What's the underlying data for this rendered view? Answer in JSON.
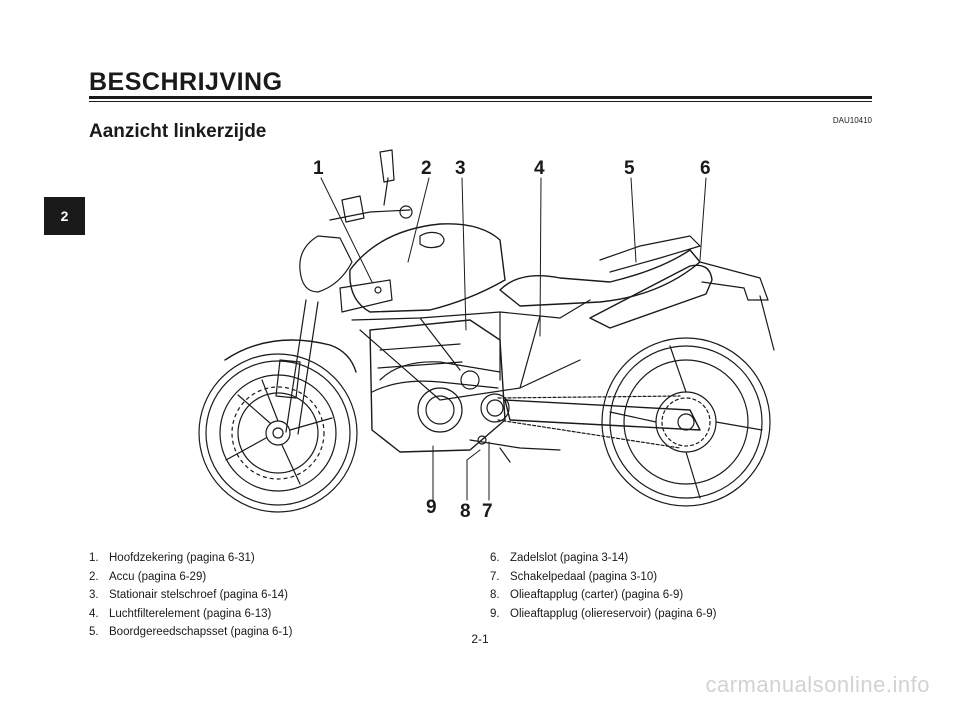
{
  "side_tab": "2",
  "section_title": "BESCHRIJVING",
  "doc_code": "DAU10410",
  "subtitle": "Aanzicht linkerzijde",
  "callouts": {
    "c1": "1",
    "c2": "2",
    "c3": "3",
    "c4": "4",
    "c5": "5",
    "c6": "6",
    "c7": "7",
    "c8": "8",
    "c9": "9"
  },
  "parts_left": [
    {
      "num": "1.",
      "label": "Hoofdzekering (pagina 6-31)"
    },
    {
      "num": "2.",
      "label": "Accu (pagina 6-29)"
    },
    {
      "num": "3.",
      "label": "Stationair stelschroef (pagina 6-14)"
    },
    {
      "num": "4.",
      "label": "Luchtfilterelement (pagina 6-13)"
    },
    {
      "num": "5.",
      "label": "Boordgereedschapsset (pagina 6-1)"
    }
  ],
  "parts_right": [
    {
      "num": "6.",
      "label": "Zadelslot (pagina 3-14)"
    },
    {
      "num": "7.",
      "label": "Schakelpedaal (pagina 3-10)"
    },
    {
      "num": "8.",
      "label": "Olieaftapplug (carter) (pagina 6-9)"
    },
    {
      "num": "9.",
      "label": "Olieaftapplug (oliereservoir) (pagina 6-9)"
    }
  ],
  "page_number": "2-1",
  "watermark": "carmanualsonline.info"
}
